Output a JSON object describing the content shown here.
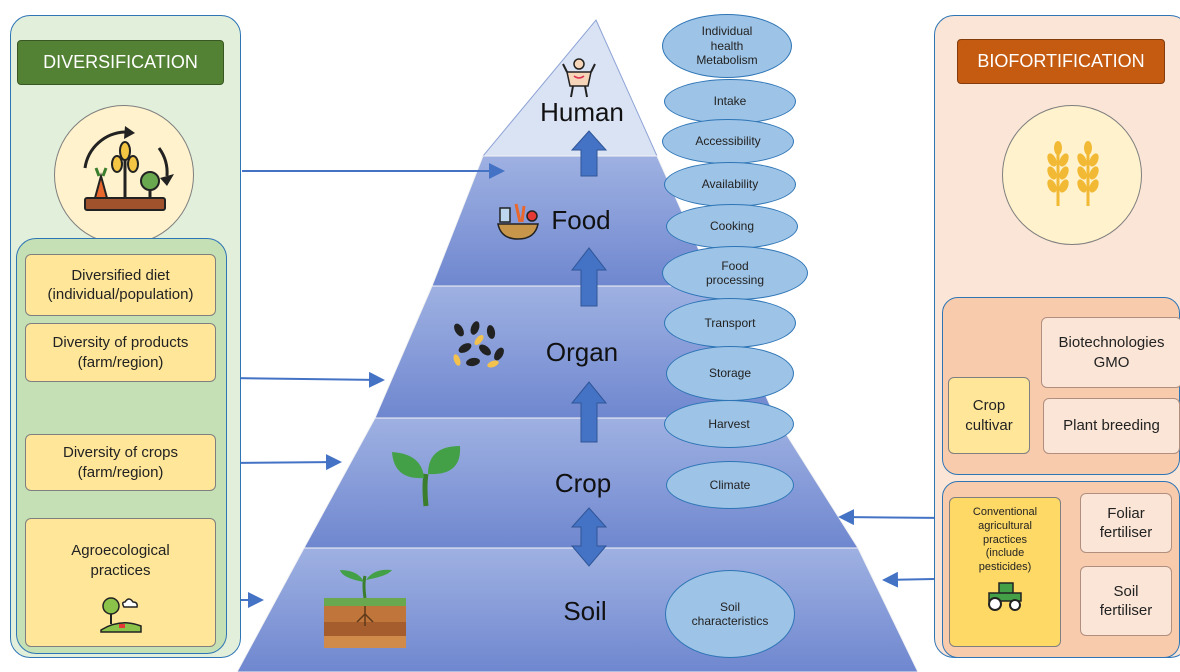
{
  "left_panel": {
    "header": "DIVERSIFICATION",
    "icon": "farm-plants-cycle-icon",
    "steps": [
      "Diversified diet\n(individual/population)",
      "Diversity of products\n(farm/region)",
      "Diversity of crops\n(farm/region)",
      "Agroecological\npractices"
    ],
    "steps_icon": "agroecology-landscape-icon"
  },
  "right_panel": {
    "header": "BIOFORTIFICATION",
    "icon": "wheat-icon",
    "crop_cultivar": "Crop\ncultivar",
    "biotech": "Biotechnologies\nGMO",
    "plant_breeding": "Plant breeding",
    "conventional": "Conventional\nagricultural\npractices\n(include\npesticides)",
    "conventional_icon": "tractor-icon",
    "foliar": "Foliar\nfertiliser",
    "soil_fert": "Soil\nfertiliser"
  },
  "pyramid": {
    "levels": [
      "Human",
      "Food",
      "Organ",
      "Crop",
      "Soil"
    ],
    "icons": [
      "human-body-icon",
      "food-basket-icon",
      "seeds-icon",
      "sprout-icon",
      "soil-plant-icon"
    ]
  },
  "factors": [
    "Individual\nhealth\nMetabolism",
    "Intake",
    "Accessibility",
    "Availability",
    "Cooking",
    "Food\nprocessing",
    "Transport",
    "Storage",
    "Harvest",
    "Climate",
    "Soil\ncharacteristics"
  ],
  "colors": {
    "diversification_header": "#548235",
    "biofortification_header": "#c55a11",
    "arrow": "#4472c4"
  }
}
